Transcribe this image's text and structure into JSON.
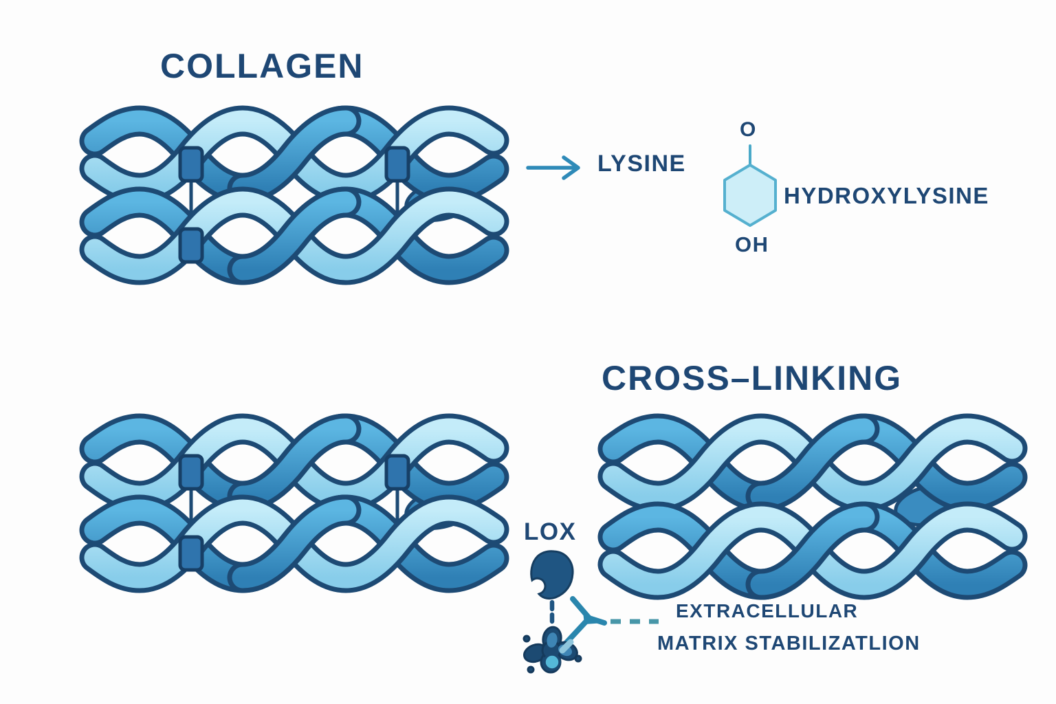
{
  "palette": {
    "background": "#fdfdfd",
    "text_navy": "#1e4774",
    "outline_navy": "#1d4a74",
    "strand_light_hi": "#c4ecf9",
    "strand_light_lo": "#88cdea",
    "strand_medium_hi": "#5cb6e2",
    "strand_medium_lo": "#2f80b5",
    "residue_tag": "#2f74ad",
    "arrow_teal": "#2e8ab8",
    "ring_fill": "#cdeef8",
    "ring_stroke": "#55b0cf",
    "lox_dark": "#1f5582",
    "fork_teal": "#2a86ad",
    "dash_teal": "#4796a8",
    "tongue_blue": "#3a8cc0",
    "lox_light_circle": "#54b8d8"
  },
  "collagen_section": {
    "title": "COLLAGEN"
  },
  "lysine": {
    "label": "LYSINE"
  },
  "hydroxylysine": {
    "label": "HYDROXYLYSINE",
    "atom_top": "O",
    "atom_bottom": "OH"
  },
  "crosslinking_section": {
    "title": "CROSS–LINKING"
  },
  "lox": {
    "label": "LOX"
  },
  "outcome": {
    "line1": "EXTRACELLULAR",
    "line2": "MATRIX STABILIZATLION"
  },
  "icons": {
    "right_arrow": "arrow-right",
    "hexagon_ring": "hydroxylysine-ring",
    "droplet": "lox-enzyme-droplet",
    "fork": "crosslink-fork",
    "flower": "lox-enzyme-complex",
    "residue_tag": "lysine-residue-tag"
  }
}
